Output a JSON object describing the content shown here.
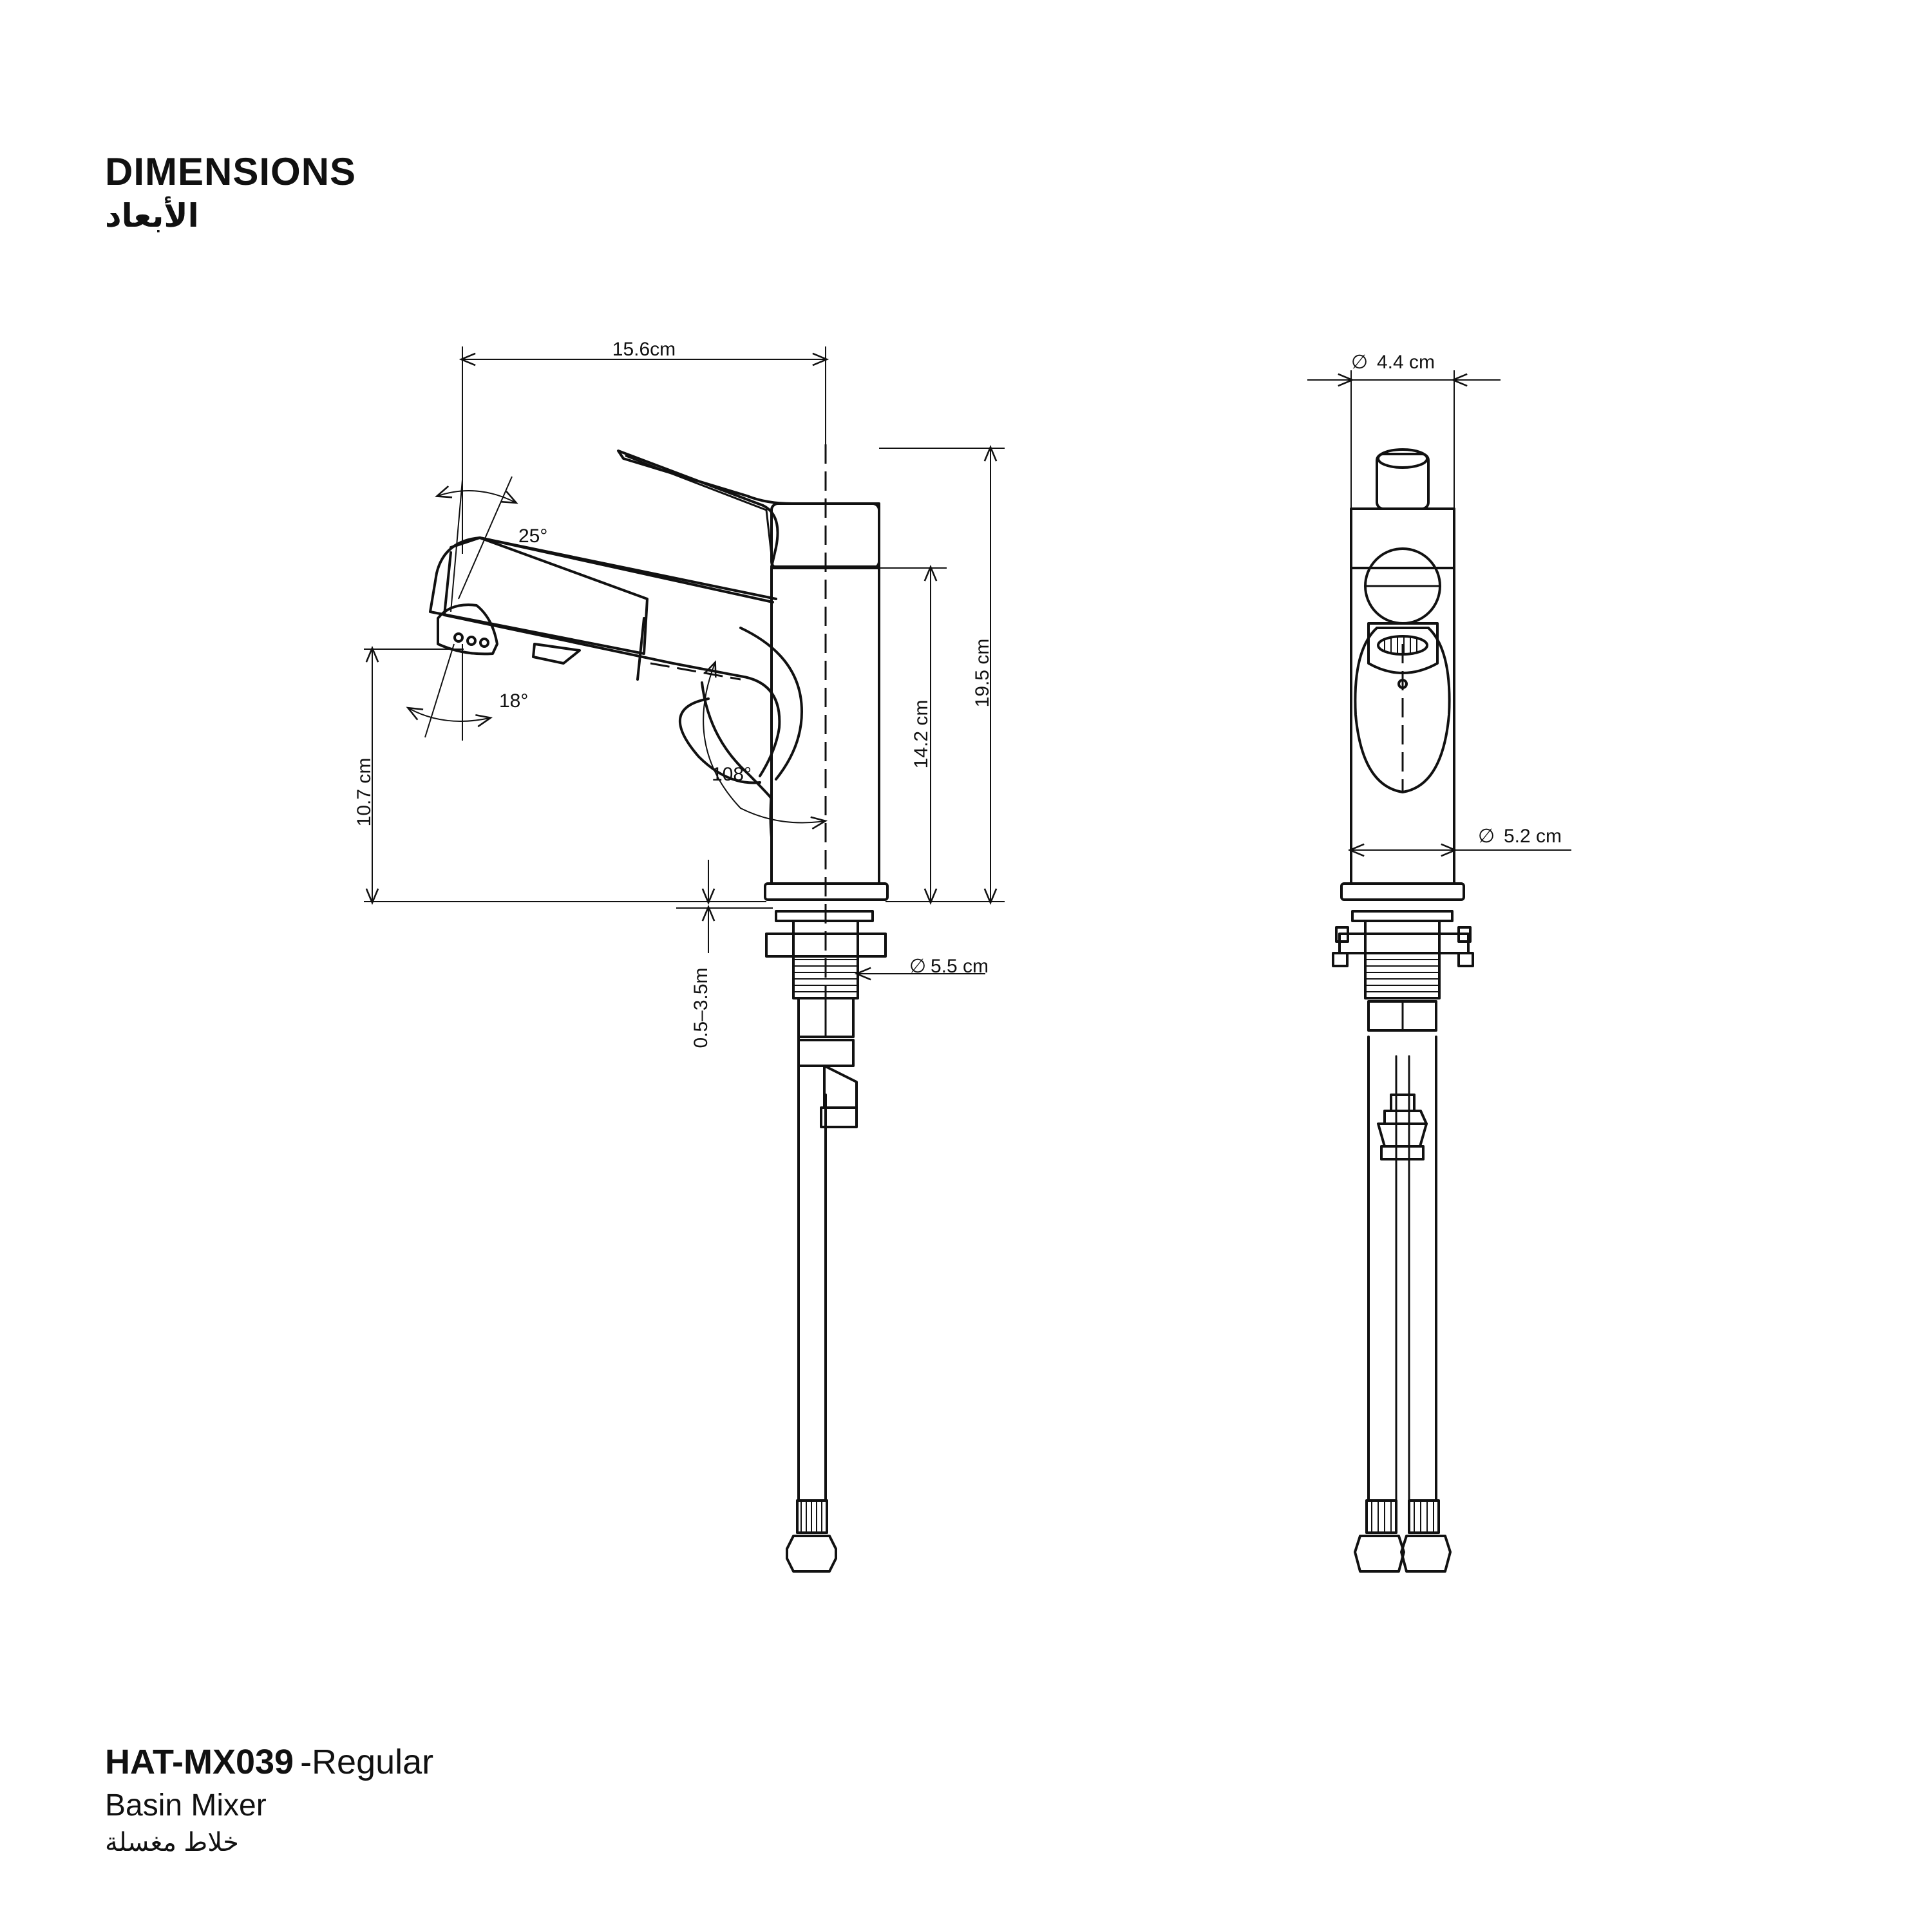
{
  "header": {
    "title": "DIMENSIONS",
    "title_arabic": "الأبعاد"
  },
  "footer": {
    "model_code": "HAT-MX039",
    "model_variant": "-Regular",
    "product_name": "Basin Mixer",
    "product_name_arabic": "خلاط مغسلة"
  },
  "dimensions": {
    "spout_reach": "15.6cm",
    "lever_angle": "25°",
    "aerator_angle": "18°",
    "spout_angle": "108°",
    "spout_height": "10.7 cm",
    "body_height": "14.2 cm",
    "total_height": "19.5 cm",
    "deck_thickness": "0.5–3.5m",
    "hole_diameter": "5.5 cm",
    "handle_diameter": "4.4 cm",
    "body_diameter": "5.2 cm",
    "diameter_symbol": "∅"
  }
}
